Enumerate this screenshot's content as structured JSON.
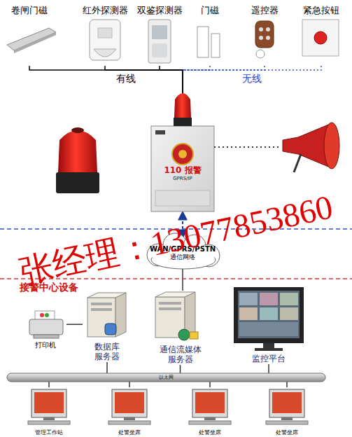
{
  "diagram": {
    "nodes": [
      {
        "text": [
          "卷闸门磁"
        ]
      },
      {
        "text": [
          "红外探测器"
        ]
      },
      {
        "text": [
          "双鉴探测器"
        ]
      },
      {
        "text": [
          "门磁"
        ]
      },
      {
        "text": [
          "遥控器"
        ]
      },
      {
        "text": [
          "紧急按钮"
        ]
      },
      {
        "text": [
          "110 报警",
          "GPRS/IP"
        ]
      },
      {
        "text": [
          "WAN/GPRS/PSTN",
          "通信网络"
        ]
      },
      {
        "text": [
          "打印机"
        ]
      },
      {
        "text": [
          "数据库 服务器"
        ]
      },
      {
        "text": [
          "通信流媒体 服务器"
        ]
      },
      {
        "text": [
          "监控平台"
        ]
      },
      {
        "text": [
          "以太网"
        ]
      },
      {
        "text": [
          "管理工作站"
        ]
      },
      {
        "text": [
          "处警坐席"
        ]
      },
      {
        "text": [
          "处警坐席"
        ]
      },
      {
        "text": [
          "处警坐席"
        ]
      }
    ],
    "edges": [
      {
        "from": 0,
        "to": 6,
        "arrow": "none"
      },
      {
        "from": 1,
        "to": 6,
        "arrow": "none"
      },
      {
        "from": 2,
        "to": 6,
        "arrow": "none"
      },
      {
        "from": 3,
        "to": 6,
        "arrow": "none"
      },
      {
        "from": 4,
        "to": 6,
        "arrow": "none"
      },
      {
        "from": 5,
        "to": 6,
        "arrow": "none"
      },
      {
        "from": 6,
        "to": 7,
        "arrow": "both"
      },
      {
        "from": 7,
        "to": 10,
        "arrow": "none"
      },
      {
        "from": 8,
        "to": 9,
        "arrow": "none"
      },
      {
        "from": 9,
        "to": 12,
        "arrow": "none"
      },
      {
        "from": 10,
        "to": 12,
        "arrow": "none"
      },
      {
        "from": 11,
        "to": 12,
        "arrow": "none"
      },
      {
        "from": 13,
        "to": 12,
        "arrow": "none"
      },
      {
        "from": 14,
        "to": 12,
        "arrow": "none"
      },
      {
        "from": 15,
        "to": 12,
        "arrow": "none"
      },
      {
        "from": 16,
        "to": 12,
        "arrow": "none"
      }
    ],
    "labels": [
      "有线",
      "无线",
      "张经理：13077853860",
      "接警中心设备"
    ]
  }
}
